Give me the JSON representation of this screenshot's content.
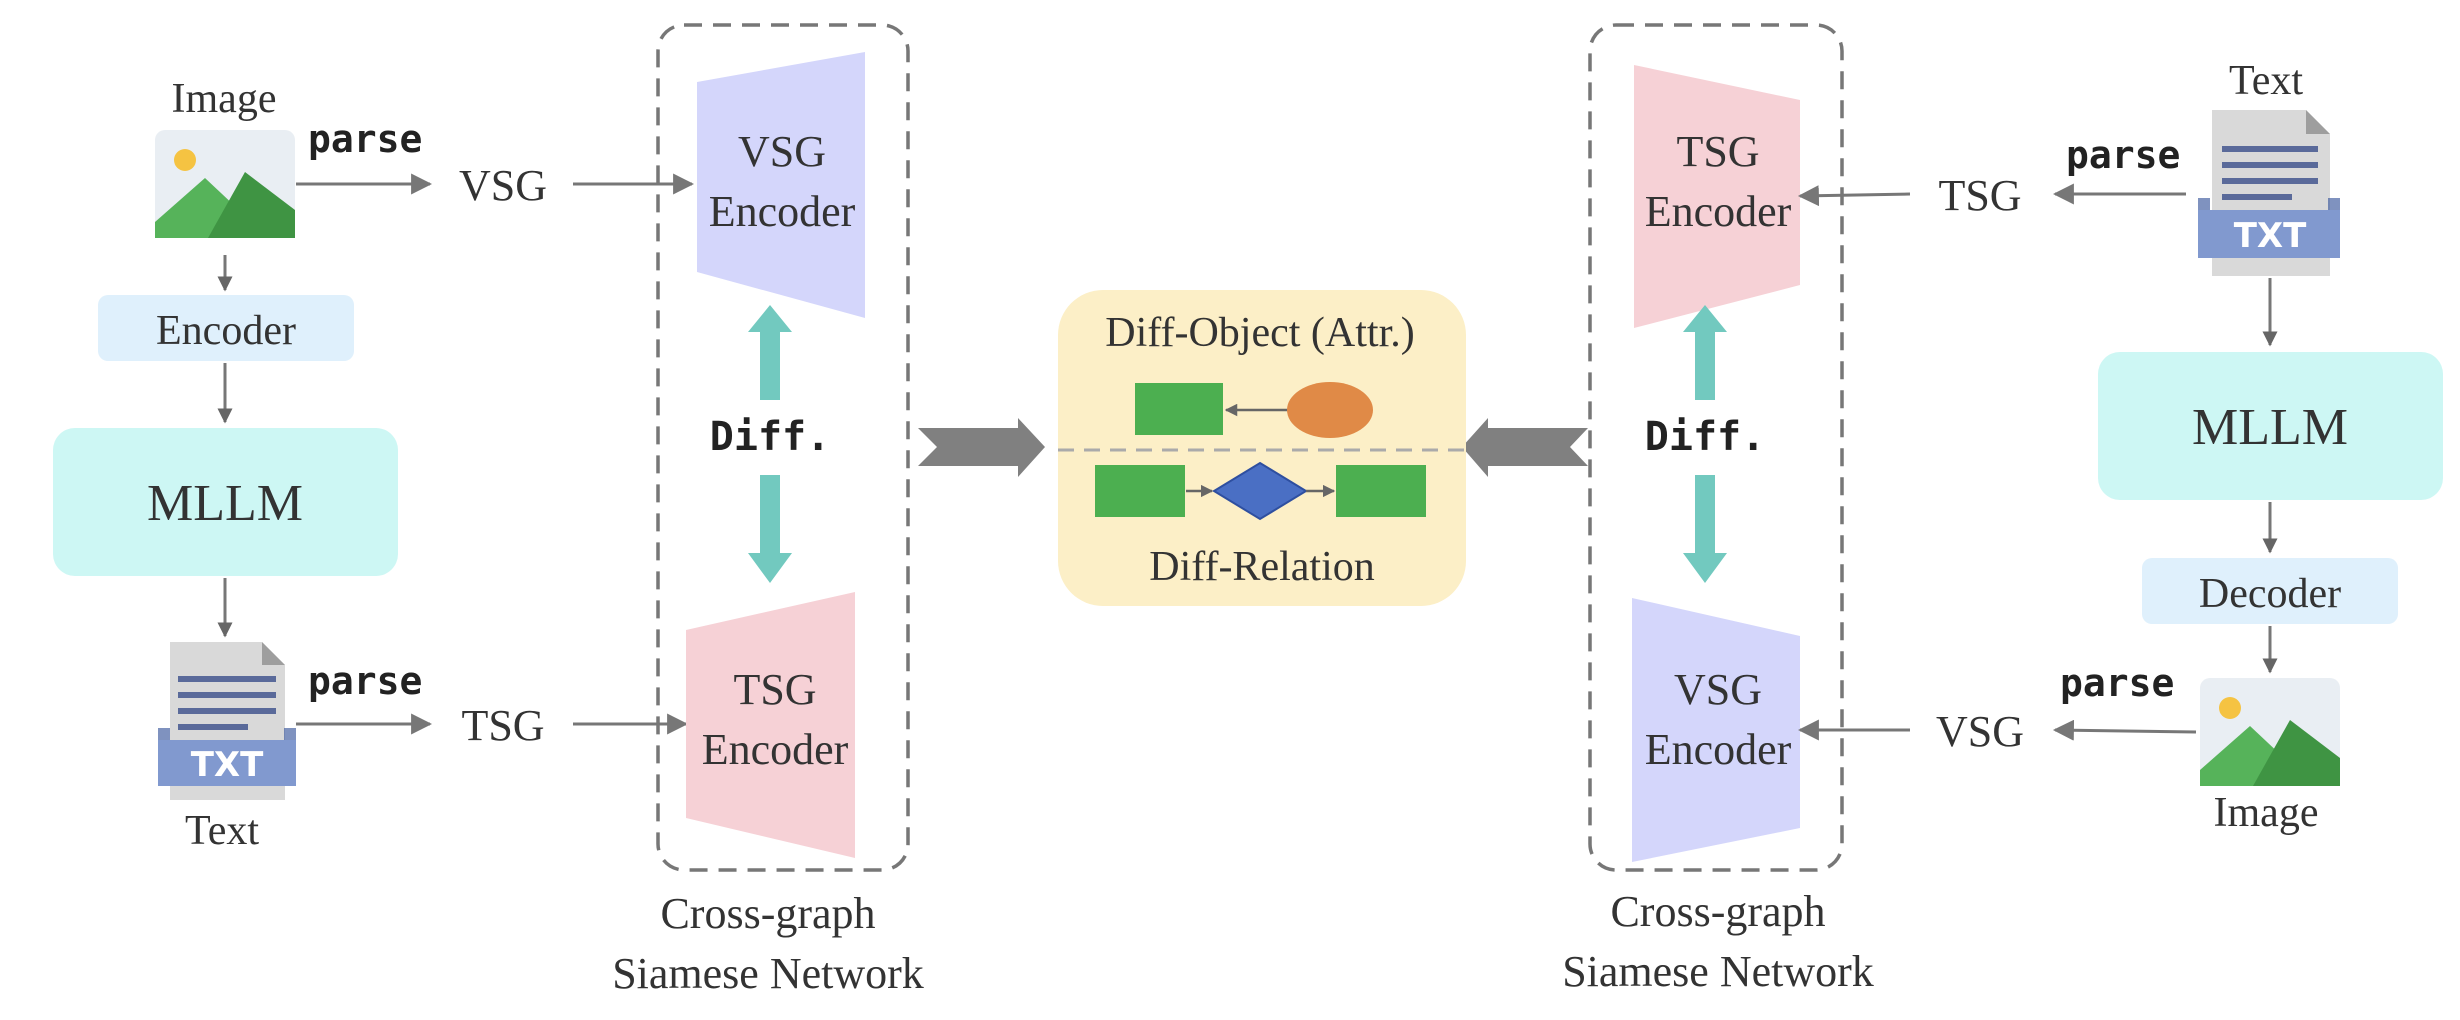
{
  "left": {
    "image_label": "Image",
    "parse_top": "parse",
    "vsg": "VSG",
    "encoder": "Encoder",
    "mllm": "MLLM",
    "txt_badge": "TXT",
    "text_label": "Text",
    "parse_bottom": "parse",
    "tsg": "TSG",
    "vsg_encoder": [
      "VSG",
      "Encoder"
    ],
    "diff": "Diff.",
    "tsg_encoder": [
      "TSG",
      "Encoder"
    ],
    "network_caption": [
      "Cross-graph",
      "Siamese Network"
    ]
  },
  "center": {
    "diff_object": "Diff-Object (Attr.)",
    "diff_relation": "Diff-Relation"
  },
  "right": {
    "text_label": "Text",
    "txt_badge": "TXT",
    "parse_top": "parse",
    "tsg": "TSG",
    "tsg_encoder": [
      "TSG",
      "Encoder"
    ],
    "diff": "Diff.",
    "vsg_encoder": [
      "VSG",
      "Encoder"
    ],
    "mllm": "MLLM",
    "decoder": "Decoder",
    "parse_bottom": "parse",
    "vsg": "VSG",
    "image_label": "Image",
    "network_caption": [
      "Cross-graph",
      "Siamese Network"
    ]
  },
  "colors": {
    "mllm_box": "#cdf7f4",
    "codec_box": "#dff0fc",
    "vsg_encoder": "#d4d6fb",
    "tsg_encoder": "#f6d1d6",
    "diff_arrow": "#72c9bf",
    "diff_panel": "#fcefc7",
    "green": "#4caf50",
    "orange": "#e08a47",
    "diamond": "#4a6fc4",
    "txt_badge": "#8199cf"
  }
}
